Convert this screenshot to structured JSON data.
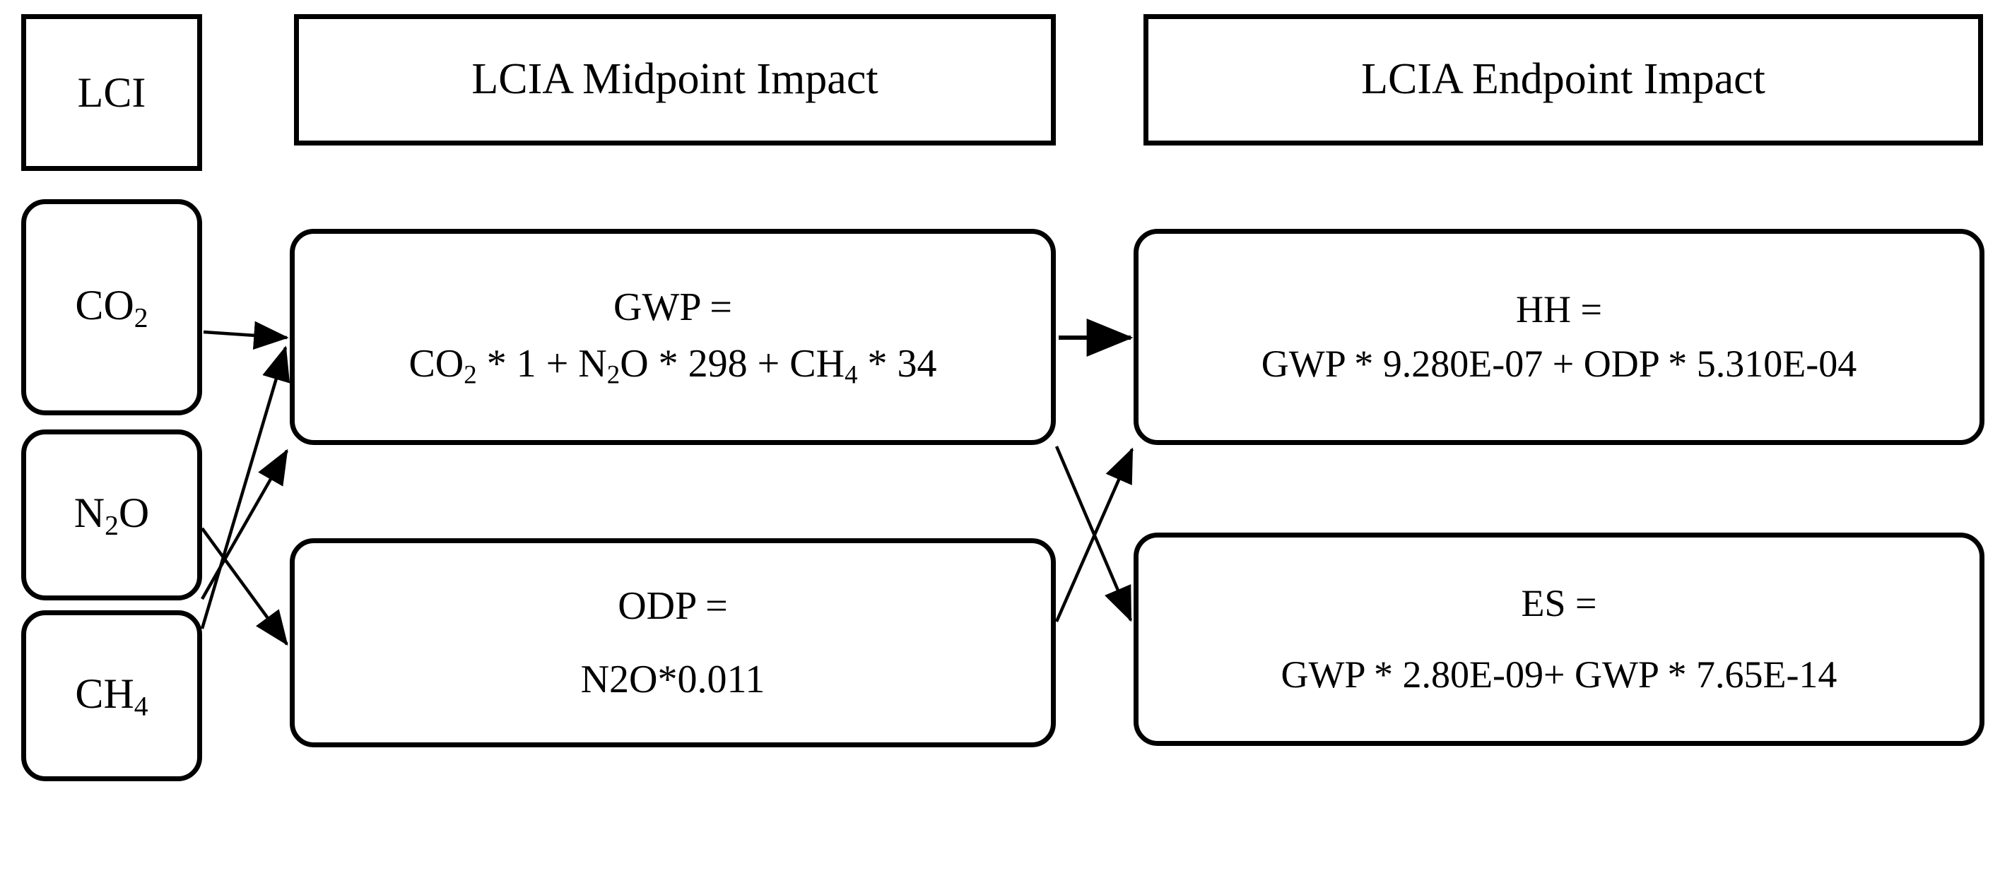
{
  "diagram": {
    "title": "LCI to LCIA Midpoint and Endpoint Impact mapping",
    "background_color": "#ffffff",
    "stroke_color": "#000000",
    "headers": {
      "lci": "LCI",
      "midpoint": "LCIA Midpoint Impact",
      "endpoint": "LCIA Endpoint Impact"
    },
    "lci_nodes": [
      {
        "id": "co2",
        "label_main": "CO",
        "label_sub": "2"
      },
      {
        "id": "n2o",
        "label_main_a": "N",
        "label_sub_a": "2",
        "label_main_b": "O"
      },
      {
        "id": "ch4",
        "label_main": "CH",
        "label_sub": "4"
      }
    ],
    "midpoint_nodes": [
      {
        "id": "gwp",
        "line1": "GWP =",
        "eq_parts": {
          "p1": "CO",
          "p1sub": "2",
          "p2": " * 1 + N",
          "p2sub": "2",
          "p3": "O * 298 + CH",
          "p3sub": "4",
          "p4": " * 34"
        },
        "equation_plain": "CO2 * 1 + N2O * 298 + CH4 * 34"
      },
      {
        "id": "odp",
        "line1": "ODP =",
        "line2": "N2O*0.011"
      }
    ],
    "endpoint_nodes": [
      {
        "id": "hh",
        "line1": "HH =",
        "line2": "GWP * 9.280E-07 + ODP * 5.310E-04"
      },
      {
        "id": "es",
        "line1": "ES =",
        "line2": "GWP * 2.80E-09+ GWP * 7.65E-14"
      }
    ],
    "edges": [
      {
        "id": "co2-gwp",
        "from": "CO2",
        "to": "GWP",
        "style": "straight-horizontal"
      },
      {
        "id": "ch4-gwp",
        "from": "CH4",
        "to": "GWP",
        "style": "diagonal-up"
      },
      {
        "id": "n2o-gwp",
        "from": "N2O",
        "to": "GWP",
        "style": "diagonal-up"
      },
      {
        "id": "n2o-odp",
        "from": "N2O",
        "to": "ODP",
        "style": "diagonal-down"
      },
      {
        "id": "gwp-hh",
        "from": "GWP",
        "to": "HH",
        "style": "straight-horizontal"
      },
      {
        "id": "gwp-es",
        "from": "GWP",
        "to": "ES",
        "style": "diagonal-down"
      },
      {
        "id": "odp-hh",
        "from": "ODP",
        "to": "HH",
        "style": "diagonal-up"
      }
    ]
  }
}
